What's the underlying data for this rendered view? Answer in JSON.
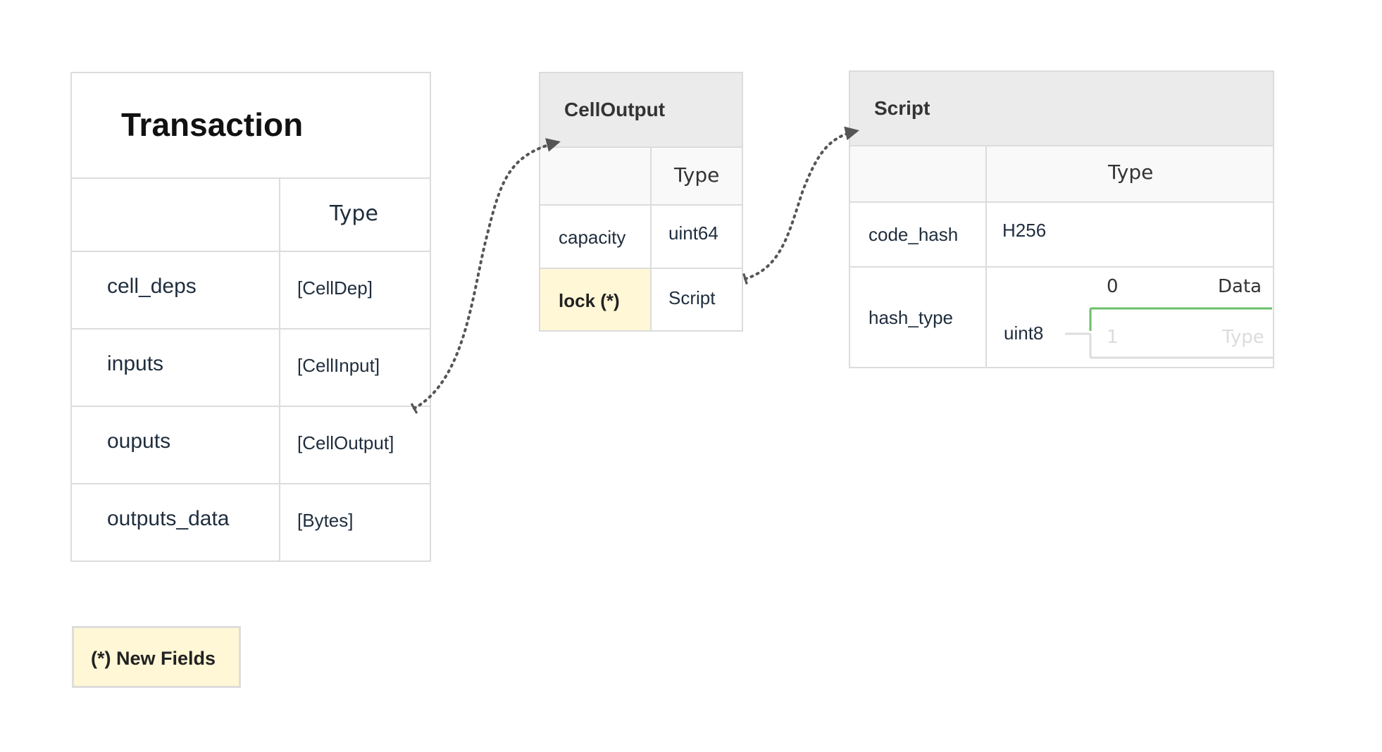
{
  "transaction": {
    "title": "Transaction",
    "type_header": "Type",
    "rows": [
      {
        "field": "cell_deps",
        "type": "[CellDep]"
      },
      {
        "field": "inputs",
        "type": "[CellInput]"
      },
      {
        "field": "ouputs",
        "type": "[CellOutput]"
      },
      {
        "field": "outputs_data",
        "type": "[Bytes]"
      }
    ]
  },
  "cell_output": {
    "title": "CellOutput",
    "type_header": "Type",
    "rows": [
      {
        "field": "capacity",
        "type": "uint64"
      },
      {
        "field": "lock (*)",
        "type": "Script"
      }
    ]
  },
  "script": {
    "title": "Script",
    "type_header": "Type",
    "rows": [
      {
        "field": "code_hash",
        "type": "H256"
      },
      {
        "field": "hash_type",
        "type": "uint8"
      }
    ],
    "hash_type_enum": [
      {
        "value": "0",
        "label": "Data"
      },
      {
        "value": "1",
        "label": "Type"
      }
    ]
  },
  "legend": {
    "label": "(*) New Fields",
    "color": "#fff7d6"
  },
  "colors": {
    "border": "#dcdcdc",
    "header_fill": "#ebebeb",
    "highlight": "#fff7d6",
    "enum_active": "#6abf69",
    "arrow": "#555555"
  }
}
